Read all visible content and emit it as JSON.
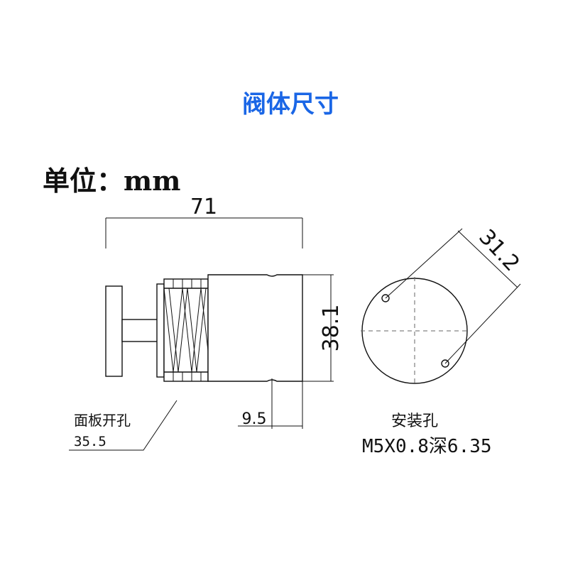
{
  "title": "阀体尺寸",
  "unit_label": "单位：mm",
  "dimensions": {
    "overall_length": "71",
    "body_diameter": "38.1",
    "hole_spacing": "31.2",
    "offset": "9.5"
  },
  "panel_cutout": {
    "label": "面板开孔",
    "value": "35.5"
  },
  "mounting_hole": {
    "label": "安装孔",
    "spec": "M5X0.8深6.35"
  },
  "colors": {
    "title": "#1a66e6",
    "lines": "#111111"
  }
}
